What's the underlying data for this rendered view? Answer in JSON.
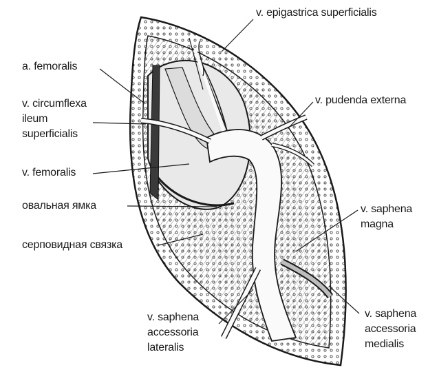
{
  "labels": {
    "epigastrica": "v. epigastrica superficialis",
    "femoralis_a": "a. femoralis",
    "circumflexa": [
      "v. circumflexa",
      "ileum",
      "superficialis"
    ],
    "pudenda": "v. pudenda externa",
    "femoralis_v": "v. femoralis",
    "fossa": "овальная ямка",
    "falciform": "серповидная связка",
    "saphena_magna": [
      "v. saphena",
      "magna"
    ],
    "acc_lateralis": [
      "v. saphena",
      "accessoria",
      "lateralis"
    ],
    "acc_medialis": [
      "v. saphena",
      "accessoria",
      "medialis"
    ]
  },
  "colors": {
    "ink": "#1a1a1a",
    "skin": "#f4f4f4",
    "vessel": "#fafafa",
    "deep": "#dcdcdc"
  }
}
